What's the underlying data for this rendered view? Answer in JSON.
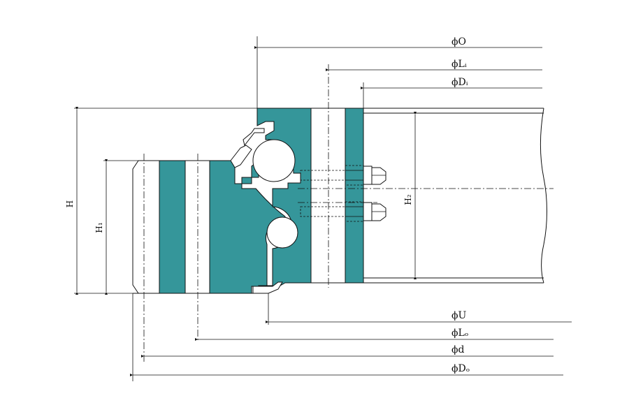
{
  "colors": {
    "section_fill": "#35969a",
    "line": "#111111",
    "background": "#ffffff"
  },
  "labels": {
    "outer_gear_dia": "ϕO",
    "inner_bolt_circle": "ϕLᵢ",
    "inner_diameter": "ϕDᵢ",
    "dia_u": "ϕU",
    "outer_bolt_circle": "ϕLₒ",
    "dia_d": "ϕd",
    "outer_diameter": "ϕDₒ",
    "height_total": "H",
    "height_outer": "H₁",
    "height_inner": "H₂"
  }
}
